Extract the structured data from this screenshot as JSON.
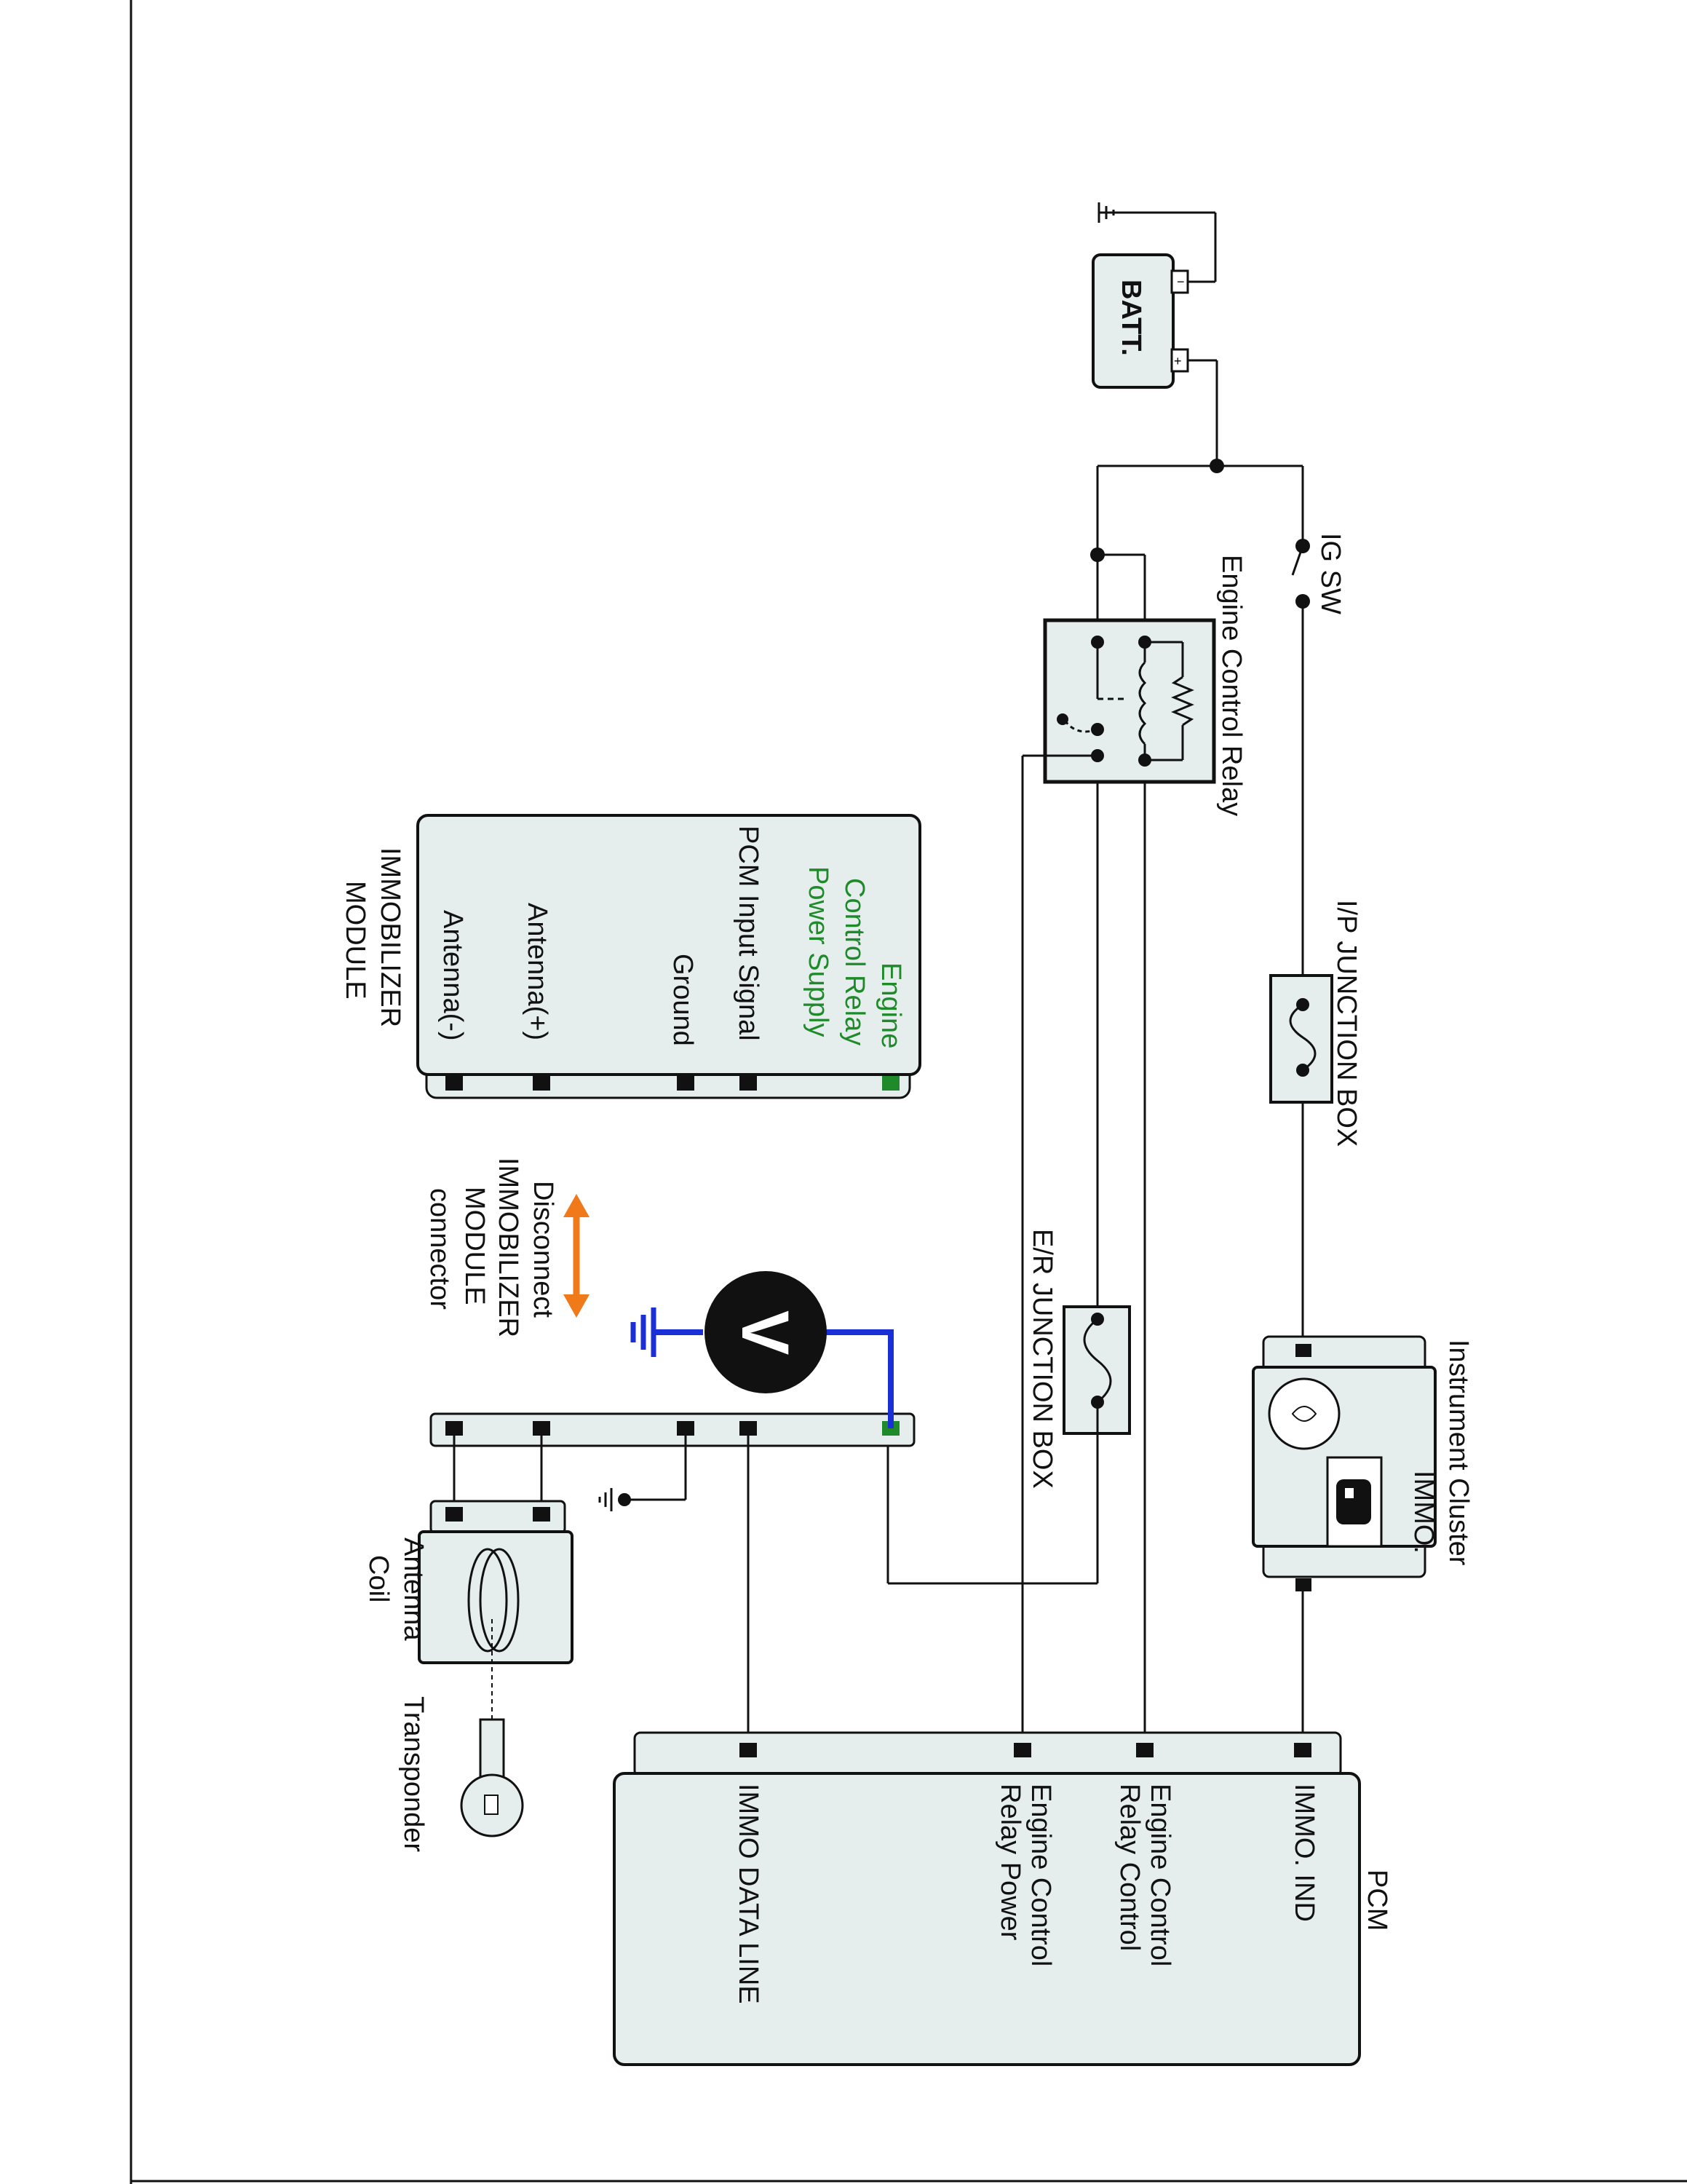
{
  "labels": {
    "ig_sw": "IG SW",
    "engine_control_relay": "Engine Control Relay",
    "ip_junction_box": "I/P JUNCTION BOX",
    "er_junction_box": "E/R JUNCTION BOX",
    "instrument_cluster": "Instrument Cluster",
    "immo_indicator": "IMMO.",
    "pcm_title": "PCM",
    "pcm_immo_ind": "IMMO. IND",
    "pcm_relay_control": [
      "Engine Control",
      "Relay Control"
    ],
    "pcm_relay_power": [
      "Engine Control",
      "Relay Power"
    ],
    "pcm_data_line": "IMMO DATA LINE",
    "immo_module_title": [
      "IMMOBILIZER",
      "MODULE"
    ],
    "immo_pin_power": [
      "Engine",
      "Control Relay",
      "Power Supply"
    ],
    "immo_pin_pcm": "PCM Input Signal",
    "immo_pin_ground": "Ground",
    "immo_pin_ant_pos": "Antenna(+)",
    "immo_pin_ant_neg": "Antenna(-)",
    "disconnect_note": [
      "Disconnect",
      "IMMOBILIZER",
      "MODULE",
      "connector"
    ],
    "antenna_coil": [
      "Antenna",
      "Coil"
    ],
    "transponder": "Transponder",
    "battery": "BATT.",
    "voltmeter": "V"
  },
  "colors": {
    "wire": "#111111",
    "meter_lead": "#1a2fd6",
    "highlight_pin": "#1f8a2a",
    "arrow": "#f07a1a",
    "box_fill": "#e6eded"
  }
}
